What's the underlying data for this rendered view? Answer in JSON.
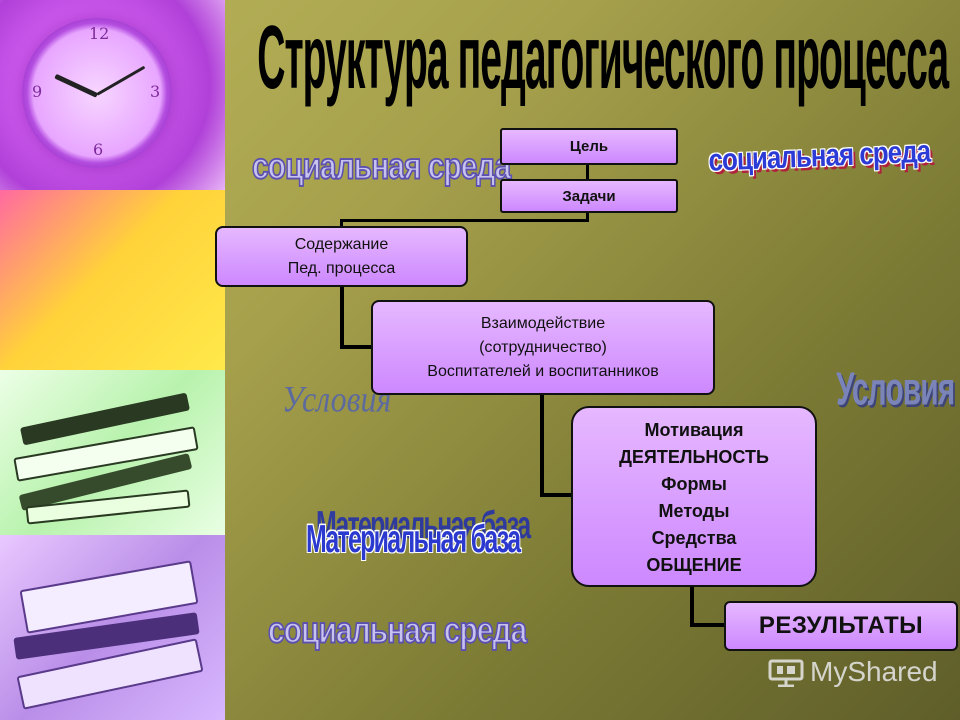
{
  "title": "Структура педагогического процесса",
  "flow": {
    "goal": "Цель",
    "tasks": "Задачи",
    "content": [
      "Содержание",
      "Пед. процесса"
    ],
    "interaction": [
      "Взаимодействие",
      "(сотрудничество)",
      "Воспитателей и воспитанников"
    ],
    "activity": [
      "Мотивация",
      "ДЕЯТЕЛЬНОСТЬ",
      "Формы",
      "Методы",
      "Средства",
      "ОБЩЕНИЕ"
    ],
    "result": "РЕЗУЛЬТАТЫ"
  },
  "labels": {
    "social_env_top_left": "социальная среда",
    "social_env_top_right": "социальная среда",
    "conditions_left": "Условия",
    "conditions_right": "Условия",
    "material_base": "Материальная база",
    "social_env_bottom": "социальная среда"
  },
  "watermark": "MyShared",
  "colors": {
    "box_fill": "#d99bff",
    "box_border": "#111111",
    "background": "#a6a04c"
  }
}
